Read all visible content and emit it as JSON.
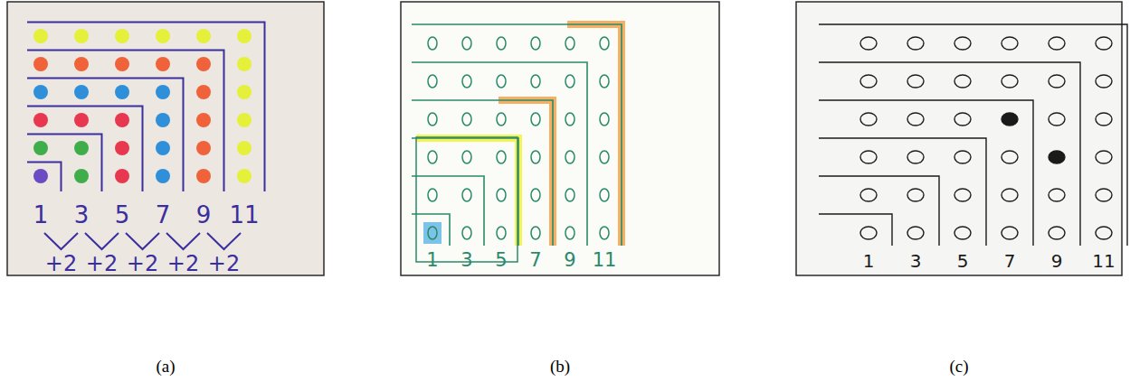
{
  "diagram": {
    "labels": [
      "1",
      "3",
      "5",
      "7",
      "9",
      "11",
      "+2",
      "+2",
      "+2",
      "+2",
      "+2",
      "1",
      "3",
      "5",
      "7",
      "9",
      "11",
      "1",
      "3",
      "5",
      "7",
      "9",
      "11",
      "(a)",
      "(b)",
      "(c)"
    ]
  }
}
